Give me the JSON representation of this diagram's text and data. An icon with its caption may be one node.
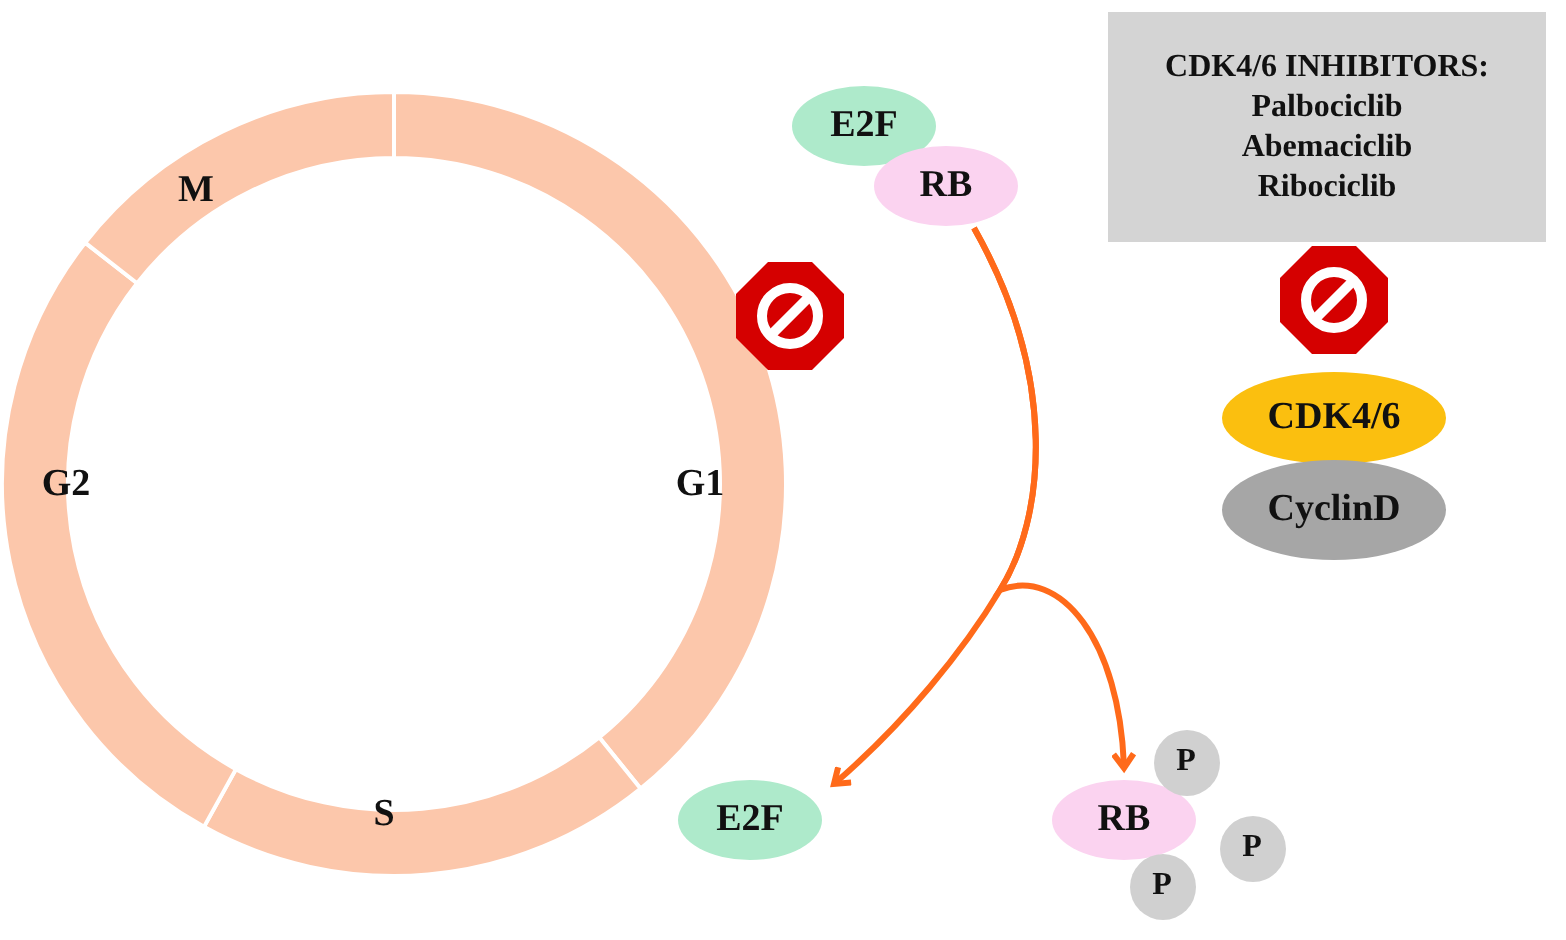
{
  "diagram": {
    "nodes": [
      {
        "text": [
          "G1"
        ]
      },
      {
        "text": [
          "S"
        ]
      },
      {
        "text": [
          "G2"
        ]
      },
      {
        "text": [
          "M"
        ]
      },
      {
        "text": [
          "E2F"
        ]
      },
      {
        "text": [
          "RB"
        ]
      },
      {
        "text": [
          "CDK4/6 INHIBITORS:",
          "Palbociclib",
          "Abemaciclib",
          "Ribociclib"
        ]
      },
      {
        "text": [
          "CDK4/6"
        ]
      },
      {
        "text": [
          "CyclinD"
        ]
      },
      {
        "text": [
          "E2F"
        ]
      },
      {
        "text": [
          "RB"
        ]
      },
      {
        "text": [
          "P"
        ]
      },
      {
        "text": [
          "P"
        ]
      },
      {
        "text": [
          "P"
        ]
      }
    ],
    "edges": [
      {
        "from": 5,
        "to": 9,
        "arrow": "to"
      },
      {
        "from": 5,
        "to": 10,
        "arrow": "to"
      }
    ]
  }
}
